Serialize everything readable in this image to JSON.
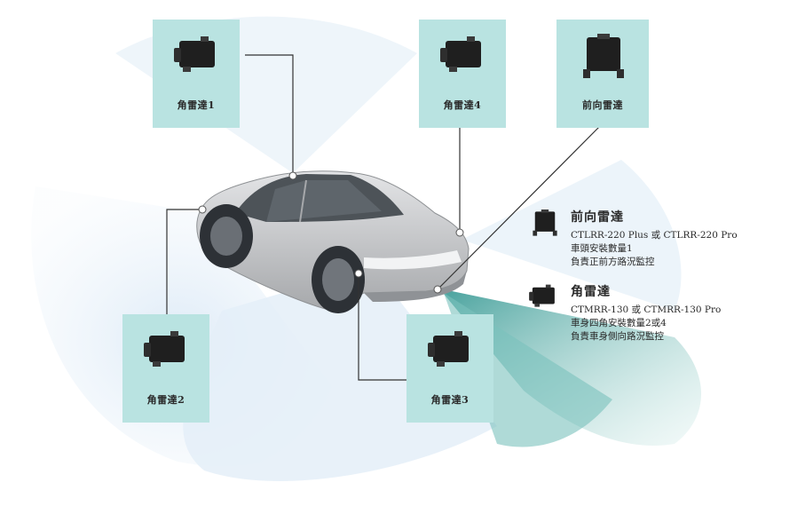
{
  "cards": [
    {
      "label": "角雷達1"
    },
    {
      "label": "角雷達4"
    },
    {
      "label": "前向雷達"
    },
    {
      "label": "角雷達2"
    },
    {
      "label": "角雷達3"
    }
  ],
  "front_radar": {
    "title": "前向雷達",
    "model": "CTLRR-220 Plus 或 CTLRR-220 Pro",
    "qty": "車頭安裝數量1",
    "desc": "負責正前方路況監控"
  },
  "corner_radar": {
    "title": "角雷達",
    "model": "CTMRR-130 或 CTMRR-130 Pro",
    "qty": "車身四角安裝數量2或4",
    "desc": "負責車身側向路況監控"
  },
  "colors": {
    "card": "#b9e3e1",
    "beam_blue": "#dbe8f5",
    "beam_teal": "#4aa6a0",
    "line": "#333333"
  }
}
